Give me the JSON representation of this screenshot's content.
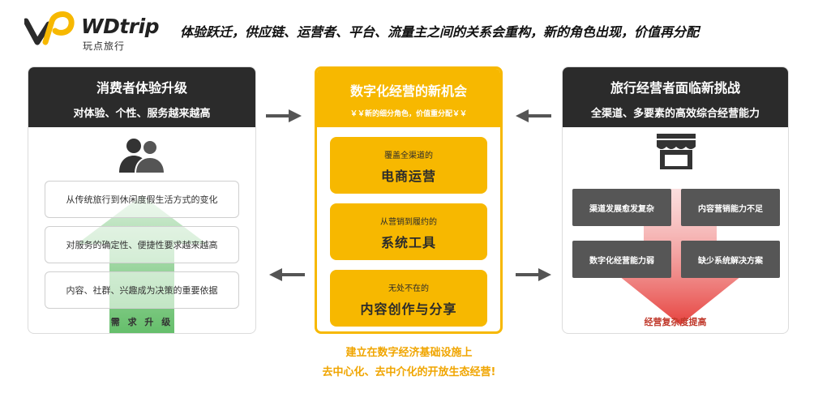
{
  "brand": {
    "logo_text": "WDtrip",
    "logo_sub": "玩点旅行",
    "accent_color": "#f7b800",
    "dark_color": "#2b2b2b"
  },
  "headline": "体验跃迁，供应链、运营者、平台、流量主之间的关系会重构，新的角色出现，价值再分配",
  "left_panel": {
    "title": "消费者体验升级",
    "subtitle": "对体验、个性、服务越来越高",
    "icon": "people-icon",
    "items": [
      "从传统旅行到休闲度假生活方式的变化",
      "对服务的确定性、便捷性要求越来越高",
      "内容、社群、兴趣成为决策的重要依据"
    ],
    "arrow_label": "需 求 升 级"
  },
  "middle_panel": {
    "title": "数字化经营的新机会",
    "subtitle": "￥￥新的细分角色，价值重分配￥￥",
    "items": [
      {
        "small": "覆盖全渠道的",
        "big": "电商运营"
      },
      {
        "small": "从营销到履约的",
        "big": "系统工具"
      },
      {
        "small": "无处不在的",
        "big": "内容创作与分享"
      }
    ]
  },
  "right_panel": {
    "title": "旅行经营者面临新挑战",
    "subtitle": "全渠道、多要素的高效综合经营能力",
    "icon": "shop-icon",
    "items": [
      "渠道发展愈发复杂",
      "内容营销能力不足",
      "数字化经营能力弱",
      "缺少系统解决方案"
    ],
    "arrow_label": "经营复杂度提高"
  },
  "bottom": {
    "line1": "建立在数字经济基础设施上",
    "line2": "去中心化、去中介化的开放生态经营!"
  }
}
